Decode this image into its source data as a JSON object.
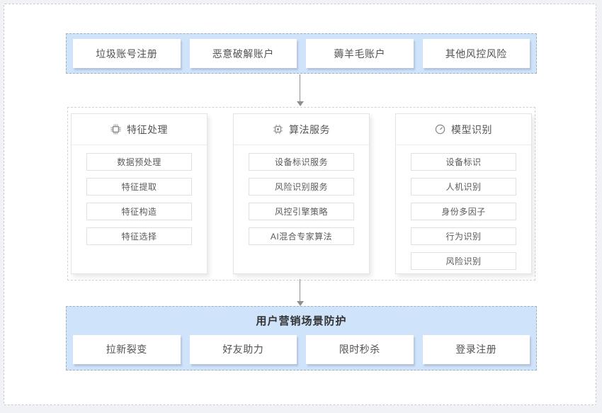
{
  "diagram": {
    "risk_sources": [
      "垃圾账号注册",
      "恶意破解账户",
      "薅羊毛账户",
      "其他风控风险"
    ],
    "modules": [
      {
        "title": "特征处理",
        "icon": "chip-outline-icon",
        "items": [
          "数据预处理",
          "特征提取",
          "特征构造",
          "特征选择"
        ]
      },
      {
        "title": "算法服务",
        "icon": "chip-core-icon",
        "items": [
          "设备标识服务",
          "风险识别服务",
          "风控引擎策略",
          "AI混合专家算法"
        ]
      },
      {
        "title": "模型识别",
        "icon": "gauge-icon",
        "items": [
          "设备标识",
          "人机识别",
          "身份多因子",
          "行为识别",
          "风险识别"
        ]
      }
    ],
    "protection": {
      "title": "用户营销场景防护",
      "scenes": [
        "拉新裂变",
        "好友助力",
        "限时秒杀",
        "登录注册"
      ]
    },
    "colors": {
      "panel_blue": "#cfe3fb",
      "page_bg": "#f1f2f6",
      "card_border": "#e2e3e7",
      "arrow_gray": "#8f8f8f"
    }
  }
}
